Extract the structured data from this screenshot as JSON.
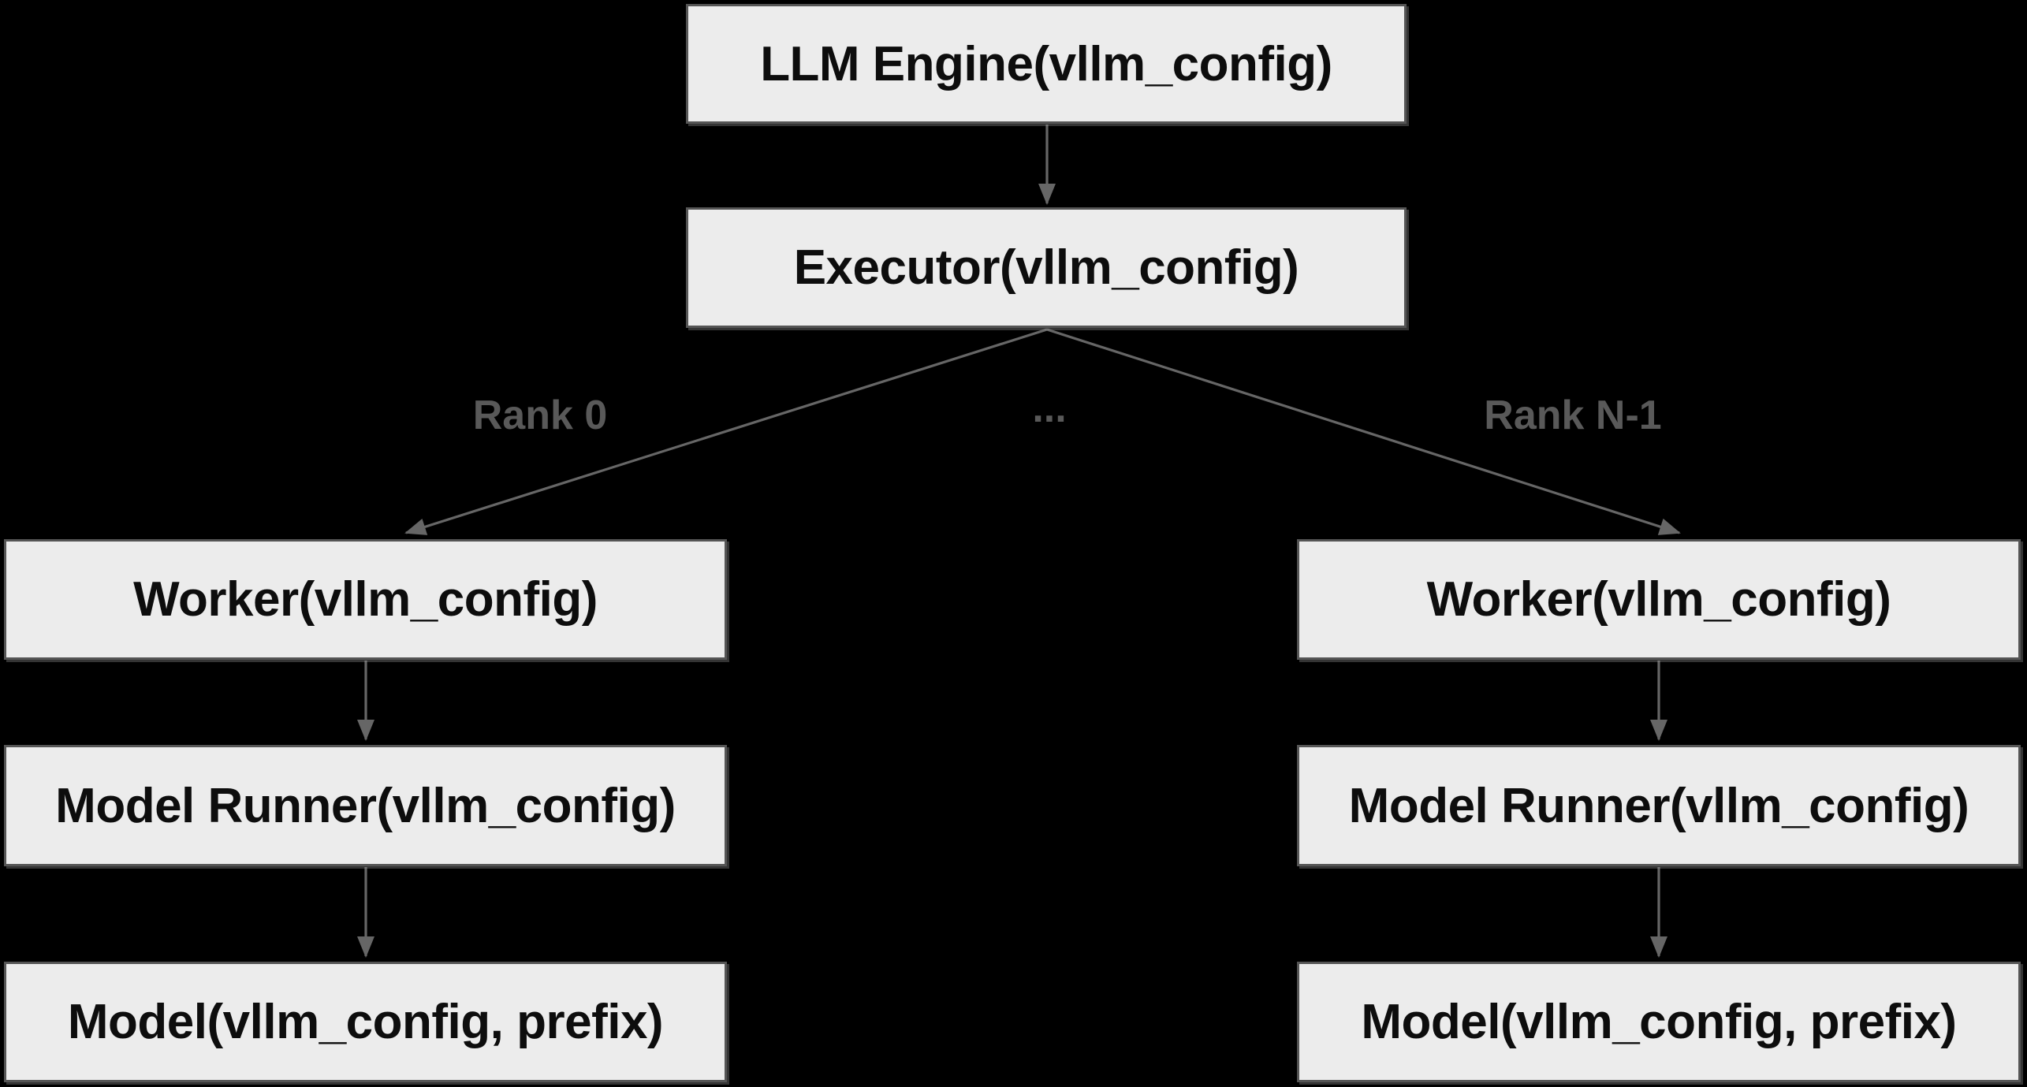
{
  "diagram": {
    "colors": {
      "background": "#000000",
      "node_fill": "#ececec",
      "node_border": "#555555",
      "node_text": "#0d0d0d",
      "edge": "#666666",
      "edge_label": "#595959"
    },
    "nodes": [
      {
        "id": "llm-engine",
        "label": "LLM Engine(vllm_config)"
      },
      {
        "id": "executor",
        "label": "Executor(vllm_config)"
      },
      {
        "id": "worker-rank0",
        "label": "Worker(vllm_config)"
      },
      {
        "id": "model-runner-rank0",
        "label": "Model Runner(vllm_config)"
      },
      {
        "id": "model-rank0",
        "label": "Model(vllm_config, prefix)"
      },
      {
        "id": "worker-rankn",
        "label": "Worker(vllm_config)"
      },
      {
        "id": "model-runner-rankn",
        "label": "Model Runner(vllm_config)"
      },
      {
        "id": "model-rankn",
        "label": "Model(vllm_config, prefix)"
      }
    ],
    "edge_labels": [
      {
        "id": "rank-0",
        "text": "Rank 0"
      },
      {
        "id": "ellipsis",
        "text": "..."
      },
      {
        "id": "rank-n-1",
        "text": "Rank N-1"
      }
    ]
  }
}
